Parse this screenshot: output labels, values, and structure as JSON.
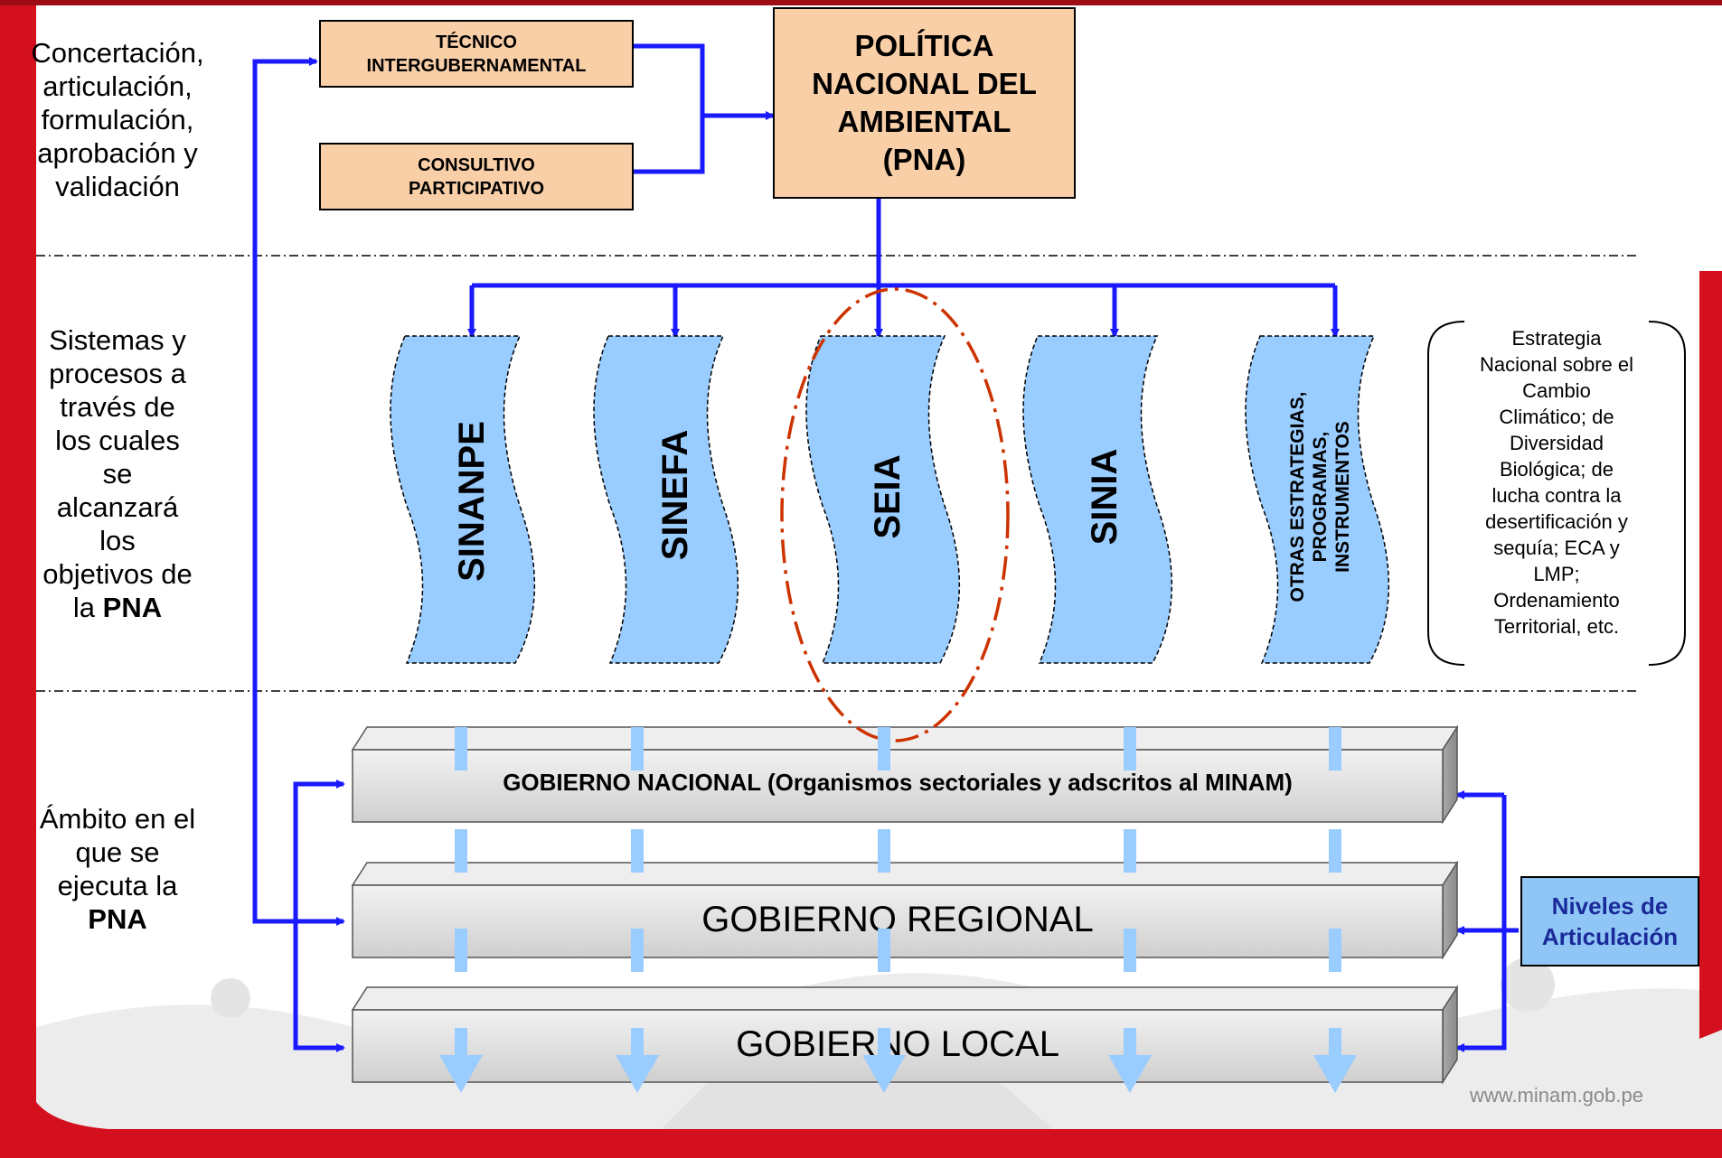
{
  "side_labels": {
    "top_line1": "Concertación,",
    "top_line2": "articulación,",
    "top_line3": "formulación,",
    "top_line4": "aprobación y",
    "top_line5": "validación",
    "mid_line1": "Sistemas y",
    "mid_line2": "procesos a",
    "mid_line3": "través de",
    "mid_line4": "los cuales",
    "mid_line5": "se",
    "mid_line6": "alcanzará",
    "mid_line7": "los",
    "mid_line8": "objetivos de",
    "mid_line9_prefix": "la ",
    "mid_line9_bold": "PNA",
    "bot_line1": "Ámbito en el",
    "bot_line2": "que se",
    "bot_line3": "ejecuta la",
    "bot_line4_bold": "PNA"
  },
  "top_boxes": {
    "tecnico_line1": "TÉCNICO",
    "tecnico_line2": "INTERGUBERNAMENTAL",
    "consultivo_line1": "CONSULTIVO",
    "consultivo_line2": "PARTICIPATIVO",
    "politica_line1": "POLÍTICA",
    "politica_line2": "NACIONAL DEL",
    "politica_line3": "AMBIENTAL",
    "politica_line4": "(PNA)"
  },
  "systems": {
    "s1": "SINANPE",
    "s2": "SINEFA",
    "s3": "SEIA",
    "s4": "SINIA",
    "s5_line1": "OTRAS ESTRATEGIAS,",
    "s5_line2": "PROGRAMAS,",
    "s5_line3": "INSTRUMENTOS"
  },
  "strategy_note": {
    "l1": "Estrategia",
    "l2": "Nacional sobre el",
    "l3": "Cambio",
    "l4": "Climático; de",
    "l5": "Diversidad",
    "l6": "Biológica; de",
    "l7": "lucha contra la",
    "l8": "desertificación y",
    "l9": "sequía; ECA y",
    "l10": "LMP;",
    "l11": "Ordenamiento",
    "l12": "Territorial, etc."
  },
  "government": {
    "nacional": "GOBIERNO NACIONAL (Organismos sectoriales y adscritos al MINAM)",
    "regional": "GOBIERNO  REGIONAL",
    "local": "GOBIERNO LOCAL"
  },
  "niveles_line1": "Niveles de",
  "niveles_line2": "Articulación",
  "footer_url": "www.minam.gob.pe",
  "colors": {
    "connector": "#1a1aff",
    "box_fill": "#f9cfa8",
    "system_fill": "#99ccff",
    "highlight": "#cc3300",
    "brand_red": "#d4101e",
    "gov_fill": "#d9d9d9",
    "dash_arrow": "#99ccff"
  }
}
